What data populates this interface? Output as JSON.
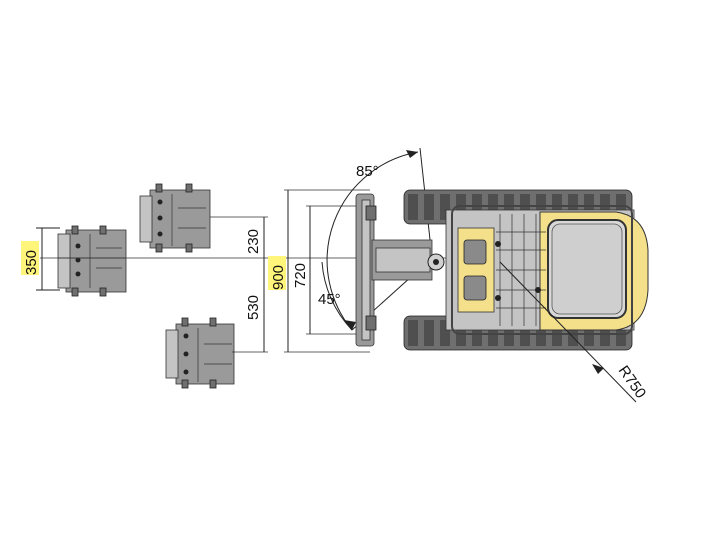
{
  "colors": {
    "highlight": "#fff57a",
    "machine_yellow": "#f4e08a",
    "machine_grey": "#9a9a9a",
    "track_grey": "#6f6f6f"
  },
  "dimensions": {
    "bucket_width": "350",
    "offset_left": "230",
    "offset_right": "530",
    "blade_total": "900",
    "blade_inner": "720",
    "angle_top": "85°",
    "angle_bottom": "45°",
    "turning_radius": "R750"
  }
}
